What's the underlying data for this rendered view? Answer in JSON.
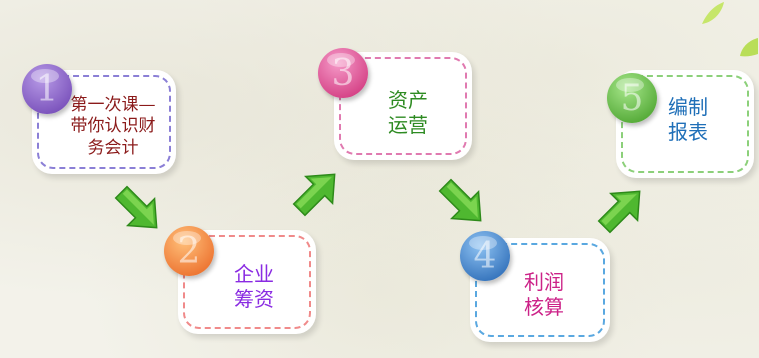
{
  "steps": [
    {
      "number": "1",
      "lines": [
        "第一次课—",
        "带你认识财",
        "务会计"
      ],
      "text_color": "#8b1a1a",
      "circle_color": "#8a5cc4",
      "dash_color": "#8b7fd6"
    },
    {
      "number": "2",
      "lines": [
        "企业",
        "筹资"
      ],
      "text_color": "#8a2be2",
      "circle_color": "#f08a3c",
      "dash_color": "#f08a8a"
    },
    {
      "number": "3",
      "lines": [
        "资产",
        "运营"
      ],
      "text_color": "#2e8b22",
      "circle_color": "#e0458a",
      "dash_color": "#e07ab0"
    },
    {
      "number": "4",
      "lines": [
        "利润",
        "核算"
      ],
      "text_color": "#cc2288",
      "circle_color": "#2e78c8",
      "dash_color": "#5aa8e0"
    },
    {
      "number": "5",
      "lines": [
        "编制",
        "报表"
      ],
      "text_color": "#1f6fb8",
      "circle_color": "#5cb83a",
      "dash_color": "#8cd07a"
    }
  ],
  "arrow_icon": "green-arrow-icon",
  "leaf_icon": "leaf-icon"
}
